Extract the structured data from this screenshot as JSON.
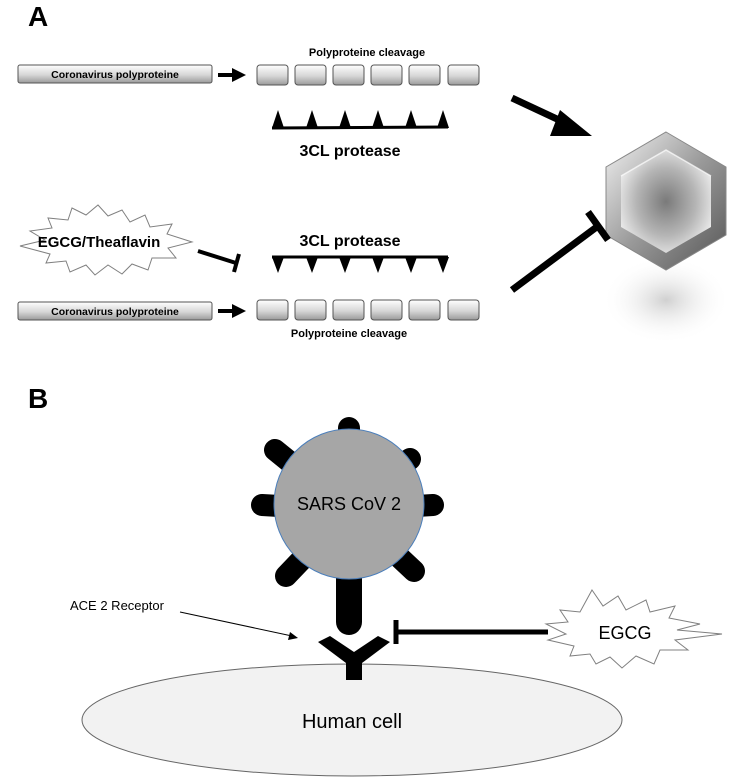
{
  "panel_a": {
    "panel_label": "A",
    "top_row": {
      "polyprotein_label": "Coronavirus polyproteine",
      "cleavage_label": "Polyproteine cleavage",
      "protease_label": "3CL protease",
      "segment_count": 6
    },
    "bottom_row": {
      "inhibitor_label": "EGCG/Theaflavin",
      "protease_label": "3CL protease",
      "polyprotein_label": "Coronavirus polyproteine",
      "cleavage_label": "Polyproteine cleavage",
      "segment_count": 6
    }
  },
  "panel_b": {
    "panel_label": "B",
    "virus_label": "SARS CoV 2",
    "receptor_label": "ACE 2 Receptor",
    "inhibitor_label": "EGCG",
    "cell_label": "Human cell"
  },
  "colors": {
    "virus_fill": "#a6a6a6",
    "virus_stroke": "#4a7ebb",
    "cell_fill": "#f2f2f2",
    "spike": "#000000",
    "segment_fill": "#d9d9d9"
  }
}
